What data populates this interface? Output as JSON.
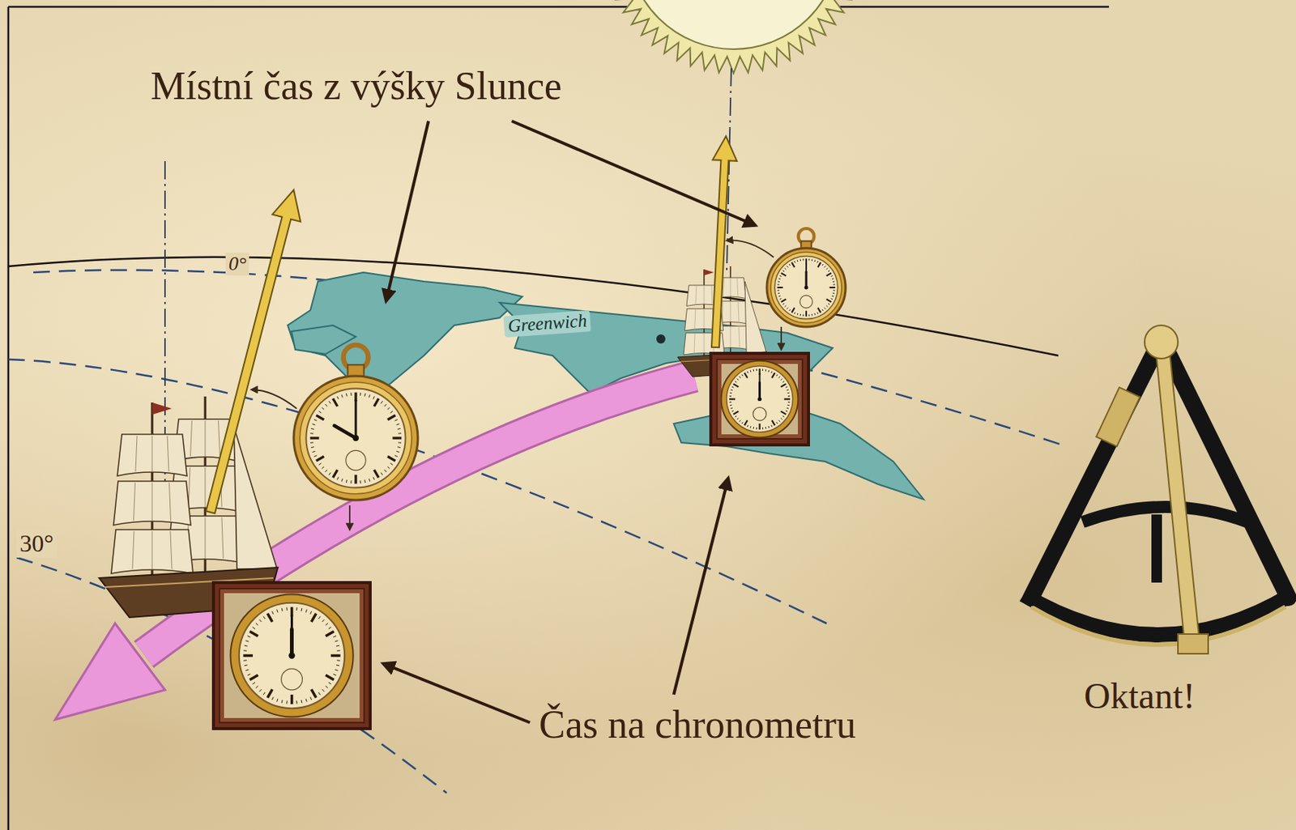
{
  "diagram": {
    "labels": [
      "Místní čas z výšky Slunce",
      "0°",
      "Greenwich",
      "30°",
      "Čas na chronometru",
      "Oktant!"
    ]
  }
}
